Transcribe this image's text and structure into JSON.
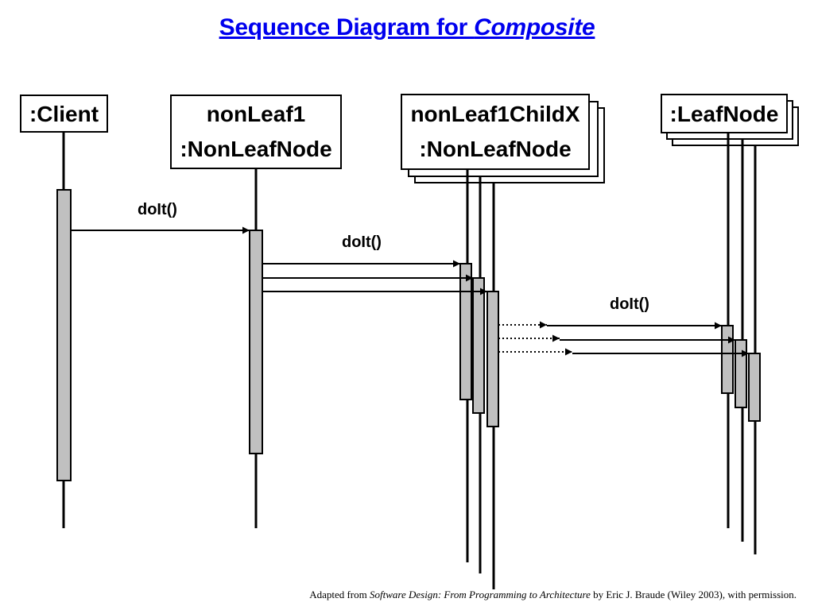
{
  "title": {
    "prefix": "Sequence Diagram for ",
    "emphasis": "Composite"
  },
  "lifelines": {
    "client": {
      "label": ":Client"
    },
    "non_leaf": {
      "line1": "nonLeaf1",
      "line2": ":NonLeafNode"
    },
    "children": {
      "line1": "nonLeaf1ChildX",
      "line2": ":NonLeafNode"
    },
    "leaves": {
      "label": ":LeafNode"
    }
  },
  "messages": {
    "client_to_nonleaf": "doIt()",
    "nonleaf_to_children": "doIt()",
    "children_to_leaves": "doIt()"
  },
  "credit": {
    "prefix": "Adapted from ",
    "book": "Software Design: From Programming to Architecture",
    "suffix": " by Eric J. Braude (Wiley 2003), with permission."
  },
  "colors": {
    "title": "#0000ee",
    "activation_fill": "#c0c0c0",
    "stroke": "#000000"
  }
}
